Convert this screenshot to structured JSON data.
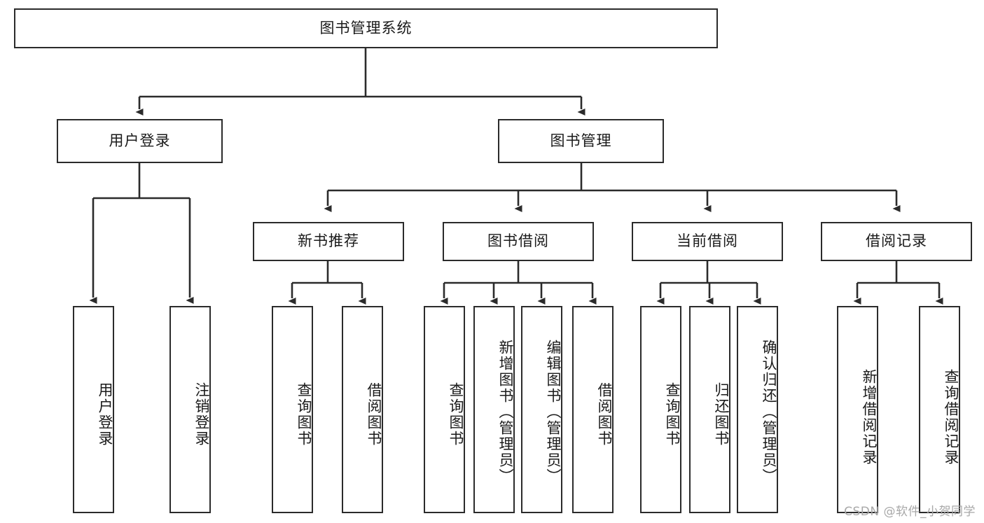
{
  "diagram": {
    "title": "图书管理系统",
    "watermark": "CSDN @软件_小贺同学",
    "colors": {
      "node_border": "#2b2b2b",
      "node_fill": "#ffffff",
      "edge": "#2b2b2b",
      "text": "#1a1a1a",
      "watermark": "#a8a8a8",
      "background": "#ffffff"
    },
    "levels": {
      "root": {
        "id": "root",
        "label": "图书管理系统",
        "orientation": "horizontal"
      },
      "level2": [
        {
          "id": "user-login",
          "label": "用户登录",
          "orientation": "horizontal"
        },
        {
          "id": "book-management",
          "label": "图书管理",
          "orientation": "horizontal"
        }
      ],
      "level3": [
        {
          "id": "new-book-recommend",
          "label": "新书推荐",
          "orientation": "horizontal",
          "parent": "book-management"
        },
        {
          "id": "book-borrow",
          "label": "图书借阅",
          "orientation": "horizontal",
          "parent": "book-management"
        },
        {
          "id": "current-borrow",
          "label": "当前借阅",
          "orientation": "horizontal",
          "parent": "book-management"
        },
        {
          "id": "borrow-record",
          "label": "借阅记录",
          "orientation": "horizontal",
          "parent": "book-management"
        }
      ],
      "leaves": [
        {
          "id": "leaf-user-login",
          "label": "用户登录",
          "orientation": "vertical",
          "parent": "user-login"
        },
        {
          "id": "leaf-logout",
          "label": "注销登录",
          "orientation": "vertical",
          "parent": "user-login"
        },
        {
          "id": "leaf-query-book-1",
          "label": "查询图书",
          "orientation": "vertical",
          "parent": "new-book-recommend"
        },
        {
          "id": "leaf-borrow-book-1",
          "label": "借阅图书",
          "orientation": "vertical",
          "parent": "new-book-recommend"
        },
        {
          "id": "leaf-query-book-2",
          "label": "查询图书",
          "orientation": "vertical",
          "parent": "book-borrow"
        },
        {
          "id": "leaf-add-book",
          "label": "新增图书（管理员）",
          "orientation": "vertical",
          "parent": "book-borrow"
        },
        {
          "id": "leaf-edit-book",
          "label": "编辑图书（管理员）",
          "orientation": "vertical",
          "parent": "book-borrow"
        },
        {
          "id": "leaf-borrow-book-2",
          "label": "借阅图书",
          "orientation": "vertical",
          "parent": "book-borrow"
        },
        {
          "id": "leaf-query-book-3",
          "label": "查询图书",
          "orientation": "vertical",
          "parent": "current-borrow"
        },
        {
          "id": "leaf-return-book",
          "label": "归还图书",
          "orientation": "vertical",
          "parent": "current-borrow"
        },
        {
          "id": "leaf-confirm-return",
          "label": "确认归还（管理员）",
          "orientation": "vertical",
          "parent": "current-borrow"
        },
        {
          "id": "leaf-add-record",
          "label": "新增借阅记录",
          "orientation": "vertical",
          "parent": "borrow-record"
        },
        {
          "id": "leaf-query-record",
          "label": "查询借阅记录",
          "orientation": "vertical",
          "parent": "borrow-record"
        }
      ]
    }
  }
}
